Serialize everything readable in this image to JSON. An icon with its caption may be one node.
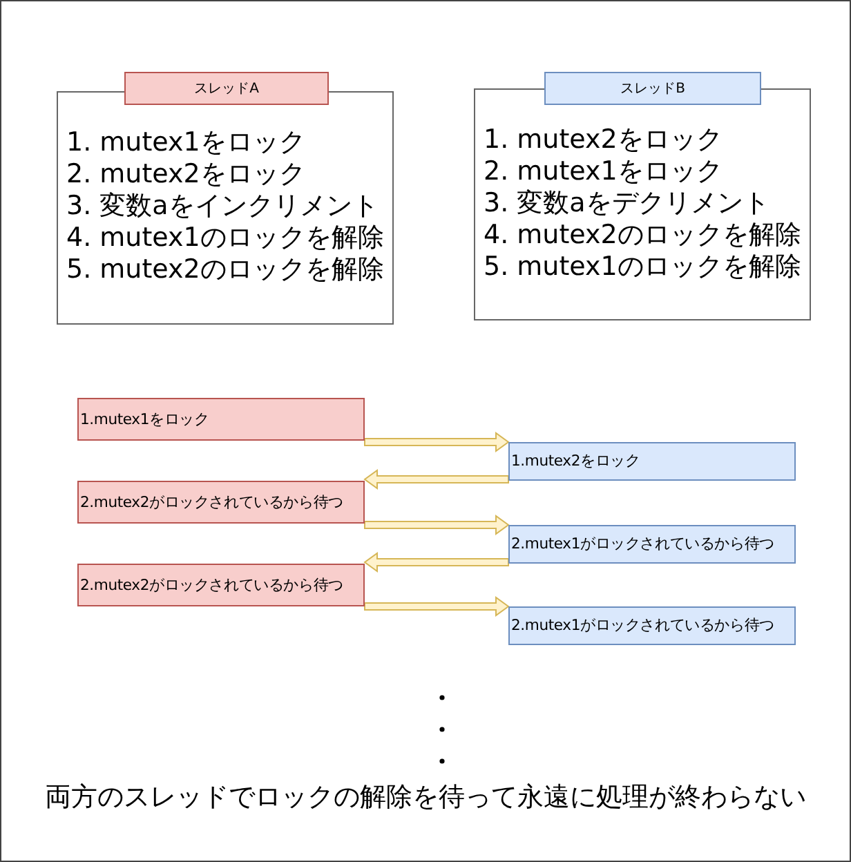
{
  "diagram": {
    "nodes": [
      {
        "text": [
          "スレッドA"
        ]
      },
      {
        "text": [
          "1. mutex1をロック",
          "2. mutex2をロック",
          "3. 変数aをインクリメント",
          "4. mutex1のロックを解除",
          "5. mutex2のロックを解除"
        ]
      },
      {
        "text": [
          "スレッドB"
        ]
      },
      {
        "text": [
          "1. mutex2をロック",
          "2. mutex1をロック",
          "3. 変数aをデクリメント",
          "4. mutex2のロックを解除",
          "5. mutex1のロックを解除"
        ]
      },
      {
        "text": [
          "1.mutex1をロック"
        ]
      },
      {
        "text": [
          "1.mutex2をロック"
        ]
      },
      {
        "text": [
          "2.mutex2がロックされているから待つ"
        ]
      },
      {
        "text": [
          "2.mutex1がロックされているから待つ"
        ]
      },
      {
        "text": [
          "2.mutex2がロックされているから待つ"
        ]
      },
      {
        "text": [
          "2.mutex1がロックされているから待つ"
        ]
      }
    ],
    "edges": [
      {
        "from": 4,
        "to": 5,
        "arrow": "to"
      },
      {
        "from": 5,
        "to": 6,
        "arrow": "to"
      },
      {
        "from": 6,
        "to": 7,
        "arrow": "to"
      },
      {
        "from": 7,
        "to": 8,
        "arrow": "to"
      },
      {
        "from": 8,
        "to": 9,
        "arrow": "to"
      }
    ],
    "labels": [
      "両方のスレッドでロックの解除を待って永遠に処理が終わらない"
    ]
  }
}
